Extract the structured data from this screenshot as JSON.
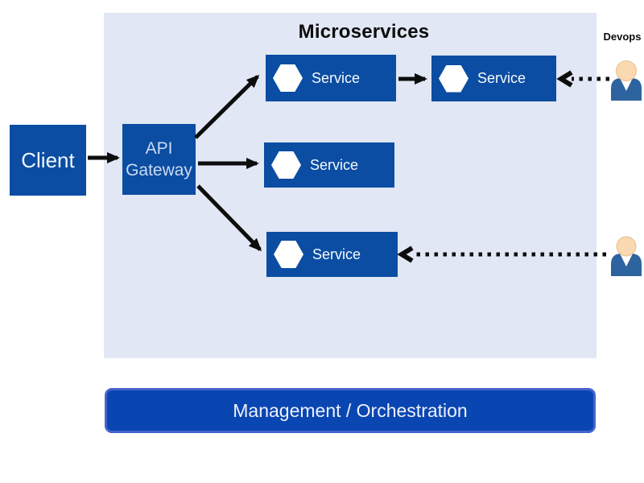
{
  "diagram": {
    "title": "Microservices",
    "devops": {
      "label": "Devops"
    },
    "nodes": {
      "client": {
        "label": "Client"
      },
      "gateway": {
        "label": "API Gateway"
      },
      "services": [
        {
          "label": "Service",
          "icon": "hexagon-icon"
        },
        {
          "label": "Service",
          "icon": "hexagon-icon"
        },
        {
          "label": "Service",
          "icon": "hexagon-icon"
        },
        {
          "label": "Service",
          "icon": "hexagon-icon"
        }
      ],
      "management": {
        "label": "Management / Orchestration"
      }
    },
    "connections": [
      {
        "from": "client",
        "to": "gateway",
        "style": "solid-arrow"
      },
      {
        "from": "gateway",
        "to": "service-1",
        "style": "solid-arrow"
      },
      {
        "from": "gateway",
        "to": "service-3",
        "style": "solid-arrow"
      },
      {
        "from": "gateway",
        "to": "service-4",
        "style": "solid-arrow"
      },
      {
        "from": "service-1",
        "to": "service-2",
        "style": "solid-arrow"
      },
      {
        "from": "devops-person-1",
        "to": "service-2",
        "style": "dotted-arrow"
      },
      {
        "from": "devops-person-2",
        "to": "service-4",
        "style": "dotted-arrow"
      }
    ],
    "icons": {
      "service": "hexagon-icon",
      "devops": "person-icon"
    }
  },
  "colors": {
    "node_blue": "#0a4da3",
    "container_bg": "#e1e7f4",
    "management_fill": "#0a46b2",
    "management_border": "#4663cd",
    "arrow_black": "#0d0d0d",
    "person_body": "#2d639e",
    "person_skin": "#fad8b0"
  }
}
